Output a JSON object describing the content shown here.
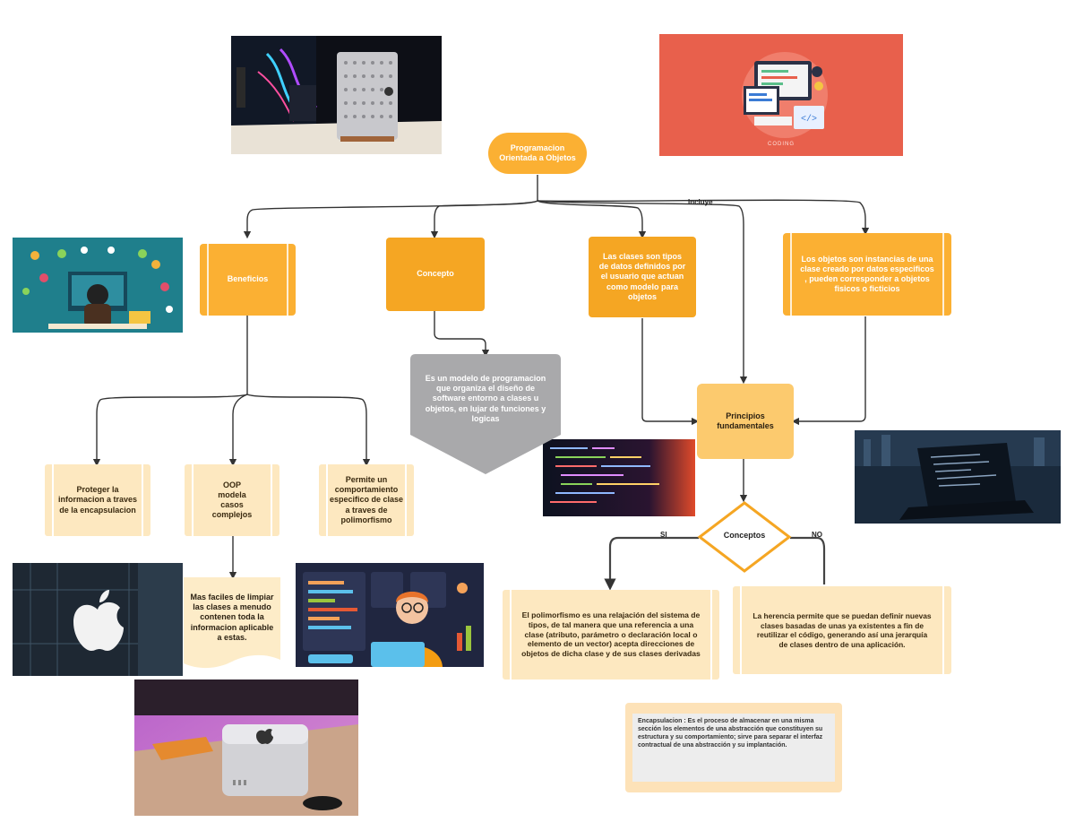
{
  "root": "Programacion Orientada a Objetos",
  "edge_incluye": "Incluye",
  "beneficios": "Beneficios",
  "concepto": "Concepto",
  "clases": "Las clases son tipos de datos definidos por el usuario que actuan como modelo para objetos",
  "objetos": "Los objetos son instancias de una clase creado por datos especificos , pueden corresponder a objetos fisicos o ficticios",
  "concepto_def": "Es un  modelo de programacion que organiza el diseño de software entorno a clases u objetos, en lujar de funciones y logicas",
  "principios": "Principios fundamentales",
  "conceptos": "Conceptos",
  "edge_si": "SI",
  "edge_no": "NO",
  "benefit_1": "Proteger la informacion a traves de la encapsulacion",
  "benefit_2": "OOP modela casos complejos",
  "benefit_3": "Permite un comportamiento especifico de clase a traves de polimorfismo",
  "mas_faciles": "Mas faciles de limpiar  las clases a menudo contenen toda la informacion aplicable a estas.",
  "polimorfismo": "El polimorfismo es una relajación del sistema de tipos, de tal manera que una referencia a una clase (atributo, parámetro o declaración local o elemento de un vector) acepta direcciones de objetos de dicha clase y de sus clases derivadas",
  "herencia": "La herencia permite que se puedan definir nuevas clases basadas de unas ya existentes a fin de reutilizar el código, generando así una jerarquía de clases dentro de una aplicación.",
  "encapsulacion": "Encapsulacion : Es el proceso de almacenar en una misma sección los elementos de una abstracción que constituyen su estructura y su comportamiento; sirve para separar el interfaz contractual de una abstracción y su implantación.",
  "coding_caption": "CODING",
  "colors": {
    "accent": "#fbb033",
    "pale": "#fde8c0",
    "gray": "#a9a9ab",
    "coral": "#e8604c"
  }
}
